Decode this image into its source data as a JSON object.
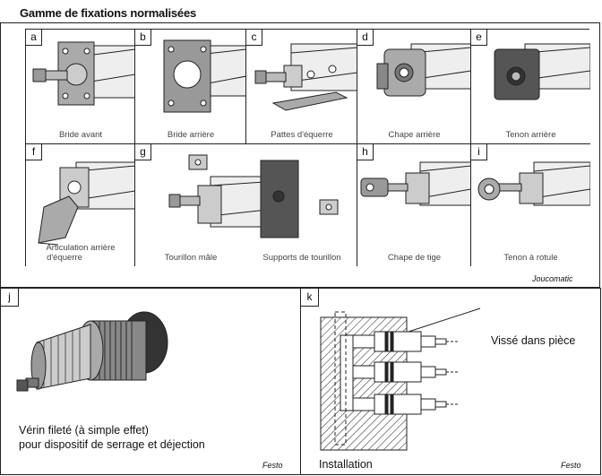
{
  "title": "Gamme de fixations normalisées",
  "top_credit": "Joucomatic",
  "cells": [
    {
      "letter": "a",
      "caption": "Bride avant"
    },
    {
      "letter": "b",
      "caption": "Bride arrière"
    },
    {
      "letter": "c",
      "caption": "Pattes d'équerre"
    },
    {
      "letter": "d",
      "caption": "Chape arrière"
    },
    {
      "letter": "e",
      "caption": "Tenon arrière"
    },
    {
      "letter": "f",
      "caption_line1": "Articulation arrière",
      "caption_line2": "d'équerre"
    },
    {
      "letter": "g",
      "caption_left": "Tourillon mâle",
      "caption_right": "Supports de tourillon"
    },
    {
      "letter": "h",
      "caption": "Chape de tige"
    },
    {
      "letter": "i",
      "caption": "Tenon à rotule"
    }
  ],
  "panel_j": {
    "letter": "j",
    "text_line1": "Vérin fileté (à simple effet)",
    "text_line2": "pour dispositif de serrage et déjection",
    "credit": "Festo"
  },
  "panel_k": {
    "letter": "k",
    "annotation": "Vissé dans pièce",
    "caption": "Installation",
    "credit": "Festo"
  }
}
